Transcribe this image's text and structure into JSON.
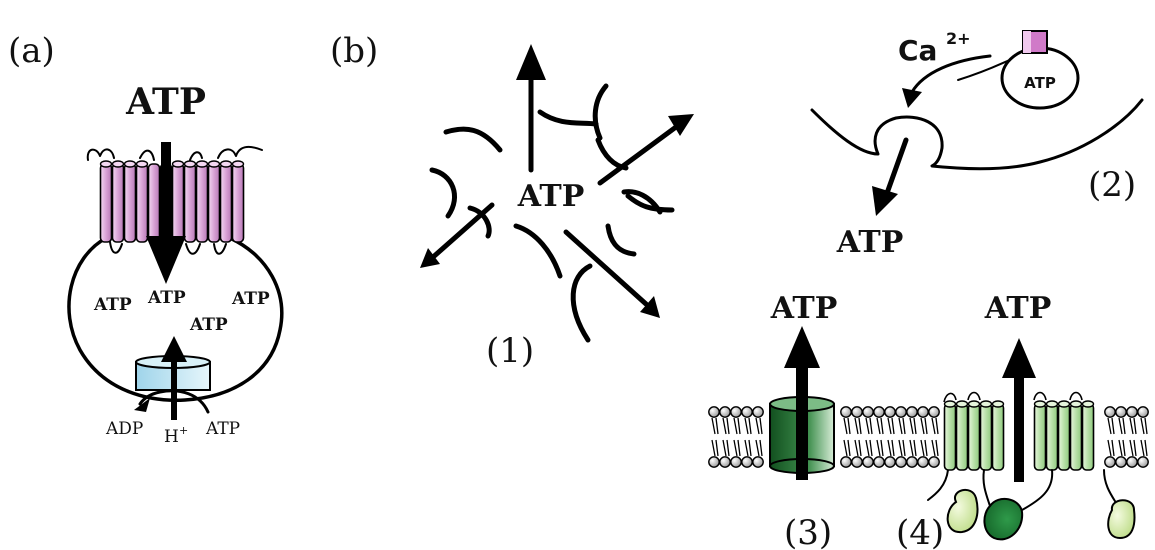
{
  "panel_a": {
    "label": "(a)",
    "atp_top": "ATP",
    "vesicle_atp_labels": [
      "ATP",
      "ATP",
      "ATP",
      "ATP"
    ],
    "adp": "ADP",
    "proton": "H",
    "proton_sup": "+",
    "atp_bottom": "ATP"
  },
  "panel_b": {
    "label": "(b)",
    "center_atp": "ATP",
    "pathway_1": "(1)",
    "pathway_2": "(2)",
    "pathway_3": "(3)",
    "pathway_4": "(4)",
    "calcium": "Ca",
    "calcium_sup": "2+",
    "granule_atp": "ATP",
    "released_atp": "ATP",
    "channel_atp": "ATP",
    "pannexin_atp": "ATP"
  },
  "colors": {
    "transporter_purple": "#d9a3d6",
    "pump_blue": "#bfe6f2",
    "channel_green_dark": "#1c6b2e",
    "connexin_green": "#b8e0a8",
    "cytoplasmic_domain_green": "#d4ec9c",
    "granule_tag": "#d07ac8"
  }
}
